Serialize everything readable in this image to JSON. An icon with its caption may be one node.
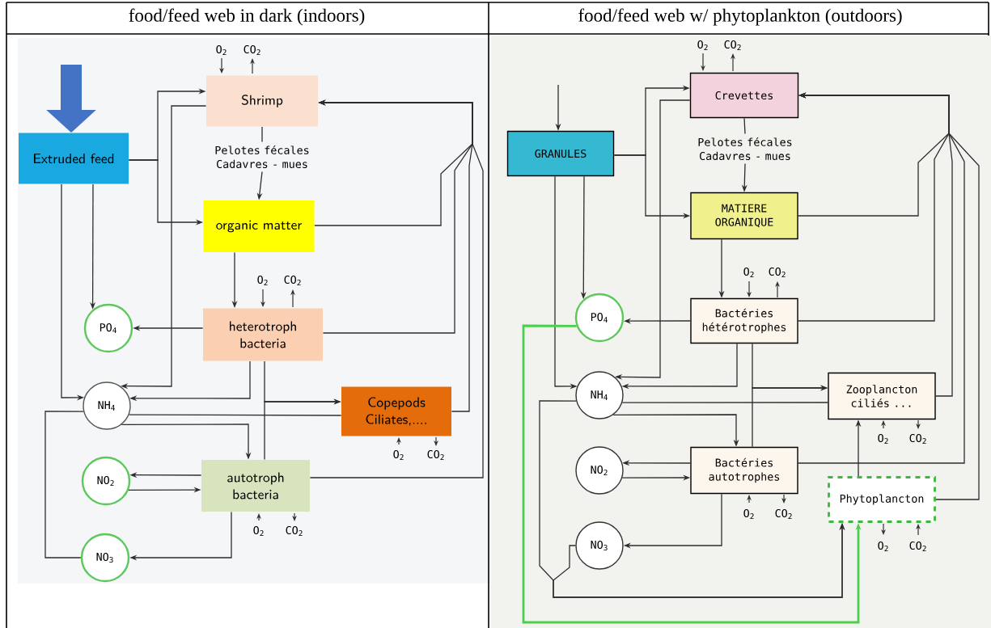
{
  "diagram": {
    "nodes": [
      {
        "text": [
          "Extruded feed"
        ]
      },
      {
        "text": [
          "Shrimp"
        ]
      },
      {
        "text": [
          "Pelotes fécales Cadavres - mues"
        ]
      },
      {
        "text": [
          "organic matter"
        ]
      },
      {
        "text": [
          "heterotroph bacteria"
        ]
      },
      {
        "text": [
          "PO$_{4}$"
        ]
      },
      {
        "text": [
          "NH$_{4}$"
        ]
      },
      {
        "text": [
          "Copepods Ciliates,...."
        ]
      },
      {
        "text": [
          "NO$_{2}$"
        ]
      },
      {
        "text": [
          "autotroph bacteria"
        ]
      },
      {
        "text": [
          "NO$_{3}$"
        ]
      },
      {
        "text": [
          "GRANULES"
        ]
      },
      {
        "text": [
          "Crevettes"
        ]
      },
      {
        "text": [
          "Pelotes fécales Cadavres - mues"
        ]
      },
      {
        "text": [
          "MATIERE ORGANIQUE"
        ]
      },
      {
        "text": [
          "Bactéries hétérotrophes"
        ]
      },
      {
        "text": [
          "PO$_{4}$"
        ]
      },
      {
        "text": [
          "NH$_{4}$"
        ]
      },
      {
        "text": [
          "Zooplancton ciliés ..."
        ]
      },
      {
        "text": [
          "NO$_{2}$"
        ]
      },
      {
        "text": [
          "Bactéries autotrophes"
        ]
      },
      {
        "text": [
          "Phytoplancton"
        ]
      },
      {
        "text": [
          "NO$_{3}$"
        ]
      }
    ],
    "edges": [
      {
        "from": null,
        "to": 0,
        "arrow": "to",
        "style": "thick",
        "color": "#4472c4"
      },
      {
        "from": 0,
        "to": 1,
        "arrow": "to"
      },
      {
        "from": 0,
        "to": 3,
        "arrow": "to"
      },
      {
        "from": 0,
        "to": 5,
        "arrow": "to"
      },
      {
        "from": 0,
        "to": 6,
        "arrow": "to"
      },
      {
        "from": 1,
        "to": 2,
        "arrow": "none"
      },
      {
        "from": 2,
        "to": 3,
        "arrow": "to"
      },
      {
        "from": 3,
        "to": 4,
        "arrow": "to"
      },
      {
        "from": 4,
        "to": 5,
        "arrow": "to"
      },
      {
        "from": 1,
        "to": 6,
        "arrow": "to"
      },
      {
        "from": 4,
        "to": 6,
        "arrow": "to"
      },
      {
        "from": 4,
        "to": 7,
        "arrow": "to"
      },
      {
        "from": 9,
        "to": 7,
        "arrow": "to"
      },
      {
        "from": 7,
        "to": 6,
        "arrow": "none"
      },
      {
        "from": 6,
        "to": 9,
        "arrow": "to"
      },
      {
        "from": 9,
        "to": 8,
        "arrow": "to"
      },
      {
        "from": 8,
        "to": 9,
        "arrow": "to"
      },
      {
        "from": 9,
        "to": 10,
        "arrow": "to"
      },
      {
        "from": 10,
        "to": 6,
        "arrow": "none"
      },
      {
        "from": 3,
        "to": 1,
        "arrow": "to"
      },
      {
        "from": 4,
        "to": 1,
        "arrow": "to"
      },
      {
        "from": 7,
        "to": 1,
        "arrow": "to"
      },
      {
        "from": 9,
        "to": 1,
        "arrow": "to"
      },
      {
        "from": null,
        "to": 11,
        "arrow": "to"
      },
      {
        "from": 11,
        "to": 12,
        "arrow": "to"
      },
      {
        "from": 11,
        "to": 14,
        "arrow": "to"
      },
      {
        "from": 11,
        "to": 16,
        "arrow": "to"
      },
      {
        "from": 11,
        "to": 17,
        "arrow": "to"
      },
      {
        "from": 12,
        "to": 13,
        "arrow": "none"
      },
      {
        "from": 13,
        "to": 14,
        "arrow": "to"
      },
      {
        "from": 14,
        "to": 15,
        "arrow": "to"
      },
      {
        "from": 15,
        "to": 16,
        "arrow": "to"
      },
      {
        "from": 12,
        "to": 17,
        "arrow": "to"
      },
      {
        "from": 15,
        "to": 17,
        "arrow": "to"
      },
      {
        "from": 15,
        "to": 18,
        "arrow": "to"
      },
      {
        "from": 20,
        "to": 18,
        "arrow": "to"
      },
      {
        "from": 18,
        "to": 17,
        "arrow": "none"
      },
      {
        "from": 17,
        "to": 20,
        "arrow": "to"
      },
      {
        "from": 20,
        "to": 19,
        "arrow": "to"
      },
      {
        "from": 19,
        "to": 20,
        "arrow": "to"
      },
      {
        "from": 20,
        "to": 22,
        "arrow": "to"
      },
      {
        "from": 17,
        "to": 21,
        "arrow": "to"
      },
      {
        "from": 22,
        "to": 21,
        "arrow": "to"
      },
      {
        "from": 16,
        "to": 21,
        "arrow": "to",
        "color": "#4ccf4c"
      },
      {
        "from": 21,
        "to": 18,
        "arrow": "to"
      },
      {
        "from": 14,
        "to": 12,
        "arrow": "to"
      },
      {
        "from": 15,
        "to": 12,
        "arrow": "to"
      },
      {
        "from": 18,
        "to": 12,
        "arrow": "to"
      },
      {
        "from": 20,
        "to": 12,
        "arrow": "to"
      },
      {
        "from": 21,
        "to": 12,
        "arrow": "to"
      }
    ],
    "labels": [
      "food/feed web in dark (indoors)",
      "food/feed web w/ phytoplankton (outdoors)",
      "O$_{2}$",
      "CO$_{2}$",
      "O$_{2}$",
      "CO$_{2}$",
      "O$_{2}$",
      "CO$_{2}$",
      "O$_{2}$",
      "CO$_{2}$",
      "O$_{2}$",
      "CO$_{2}$",
      "O$_{2}$",
      "CO$_{2}$",
      "O$_{2}$",
      "CO$_{2}$",
      "O$_{2}$",
      "CO$_{2}$",
      "O$_{2}$",
      "CO$_{2}$"
    ]
  }
}
